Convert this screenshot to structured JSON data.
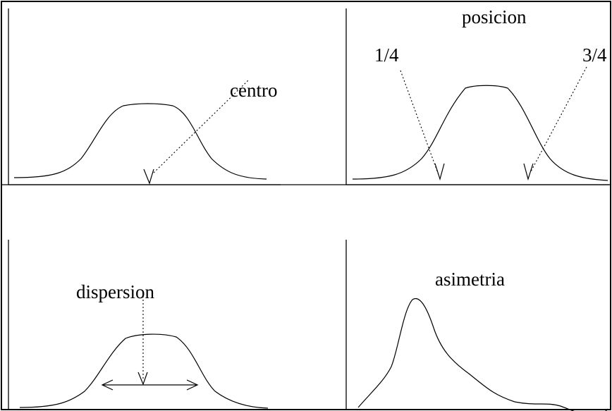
{
  "panels": {
    "centro": {
      "label": "centro"
    },
    "posicion": {
      "title": "posicion",
      "quartile_left": "1/4",
      "quartile_right": "3/4"
    },
    "dispersion": {
      "label": "dispersion"
    },
    "asimetria": {
      "label": "asimetria"
    }
  },
  "colors": {
    "ink": "#000000",
    "background": "#ffffff"
  }
}
